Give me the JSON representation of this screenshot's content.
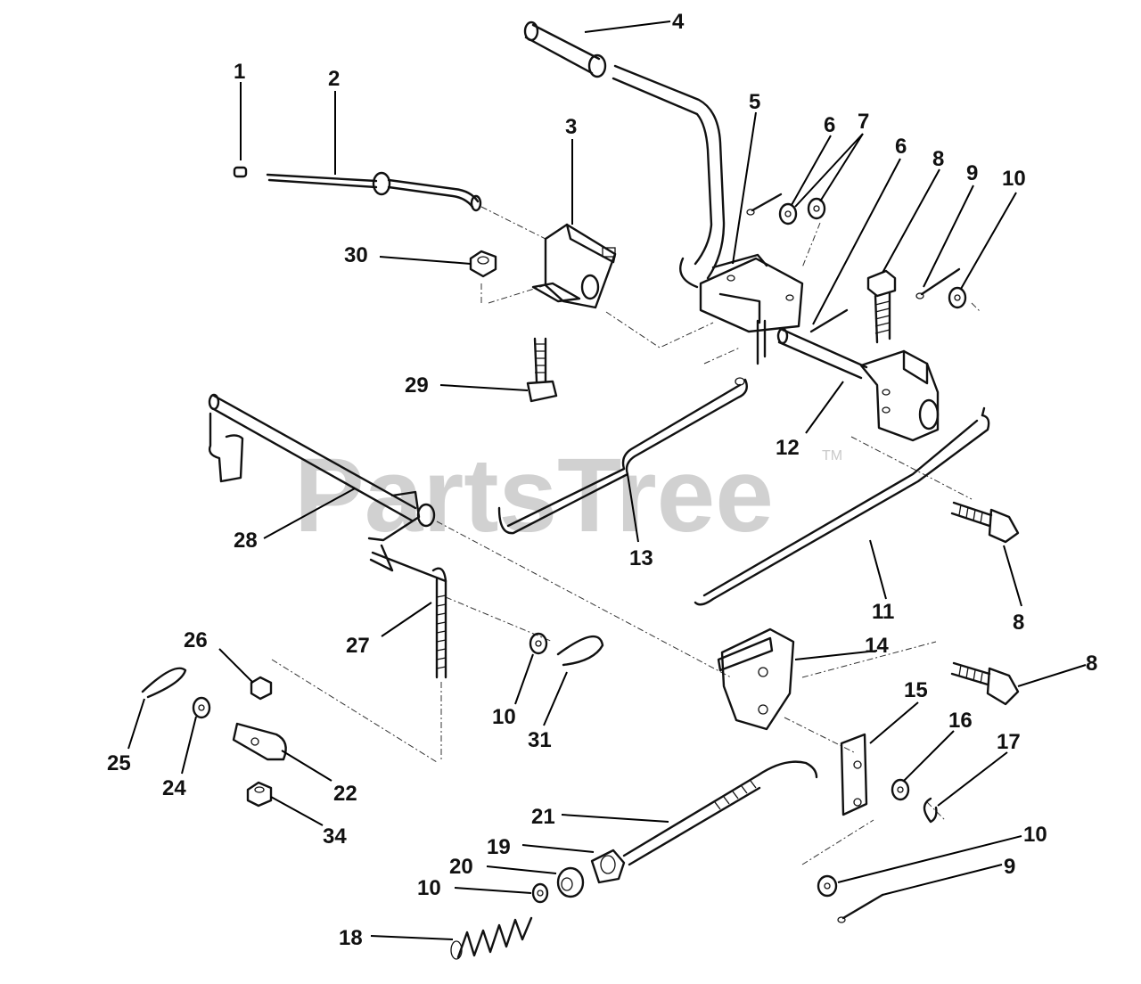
{
  "watermark": {
    "text": "PartsTree",
    "trademark": "TM"
  },
  "callouts": {
    "c1": "1",
    "c2": "2",
    "c3": "3",
    "c4": "4",
    "c5": "5",
    "c6a": "6",
    "c6b": "6",
    "c7": "7",
    "c8a": "8",
    "c8b": "8",
    "c8c": "8",
    "c9a": "9",
    "c9b": "9",
    "c10a": "10",
    "c10b": "10",
    "c10c": "10",
    "c10d": "10",
    "c11": "11",
    "c12": "12",
    "c13": "13",
    "c14": "14",
    "c15": "15",
    "c16": "16",
    "c17": "17",
    "c18": "18",
    "c19": "19",
    "c20": "20",
    "c21": "21",
    "c22": "22",
    "c24": "24",
    "c25": "25",
    "c26": "26",
    "c27": "27",
    "c28": "28",
    "c29": "29",
    "c30": "30",
    "c31": "31",
    "c34": "34"
  }
}
